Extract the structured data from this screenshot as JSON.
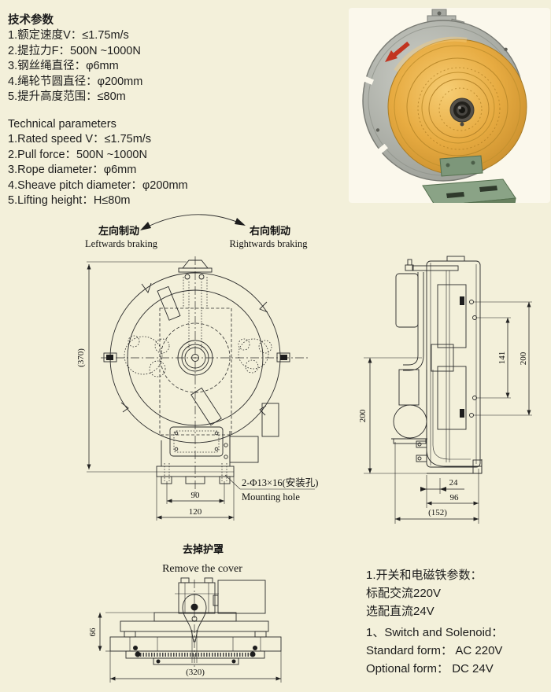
{
  "page": {
    "bg": "#f3f0da"
  },
  "specs_cn": {
    "title": "技术参数",
    "items": [
      "1.额定速度V：≤1.75m/s",
      "2.提拉力F：500N ~1000N",
      "3.钢丝绳直径：φ6mm",
      "4.绳轮节圆直径：φ200mm",
      "5.提升高度范围：≤80m"
    ]
  },
  "specs_en": {
    "title": "Technical parameters",
    "items": [
      "1.Rated speed V：≤1.75m/s",
      "2.Pull force：500N ~1000N",
      "3.Rope diameter：φ6mm",
      "4.Sheave pitch diameter：φ200mm",
      "5.Lifting height：H≤80m"
    ]
  },
  "braking": {
    "left_cn": "左向制动",
    "left_en": "Leftwards braking",
    "right_cn": "右向制动",
    "right_en": "Rightwards braking"
  },
  "front_view": {
    "dim_height": "(370)",
    "dim_hole_span": "90",
    "dim_base_width": "120",
    "mounting_hole_cn": "2-Φ13×16(安装孔)",
    "mounting_hole_en": "Mounting hole"
  },
  "side_view": {
    "dim_left_height": "200",
    "dim_right_inner": "141",
    "dim_right_outer": "200",
    "dim_foot_offset": "24",
    "dim_foot_width": "96",
    "dim_total_depth": "(152)"
  },
  "cover_view": {
    "title_cn": "去掉护罩",
    "title_en": "Remove the cover",
    "dim_side_height": "66",
    "dim_total_width": "(320)"
  },
  "solenoid_cn": {
    "title": "1.开关和电磁铁参数：",
    "lines": [
      "标配交流220V",
      "选配直流24V"
    ]
  },
  "solenoid_en": {
    "title": "1、Switch and Solenoid：",
    "lines": [
      "Standard form： AC 220V",
      "Optional form： DC 24V"
    ]
  },
  "photo": {
    "colors": {
      "wheel": "#e2a83e",
      "plate": "#adb0a8",
      "bracket": "#7d977a",
      "arrow_red": "#c23420",
      "hub": "#26231d",
      "solenoid_blue": "#3f6ea9"
    }
  }
}
